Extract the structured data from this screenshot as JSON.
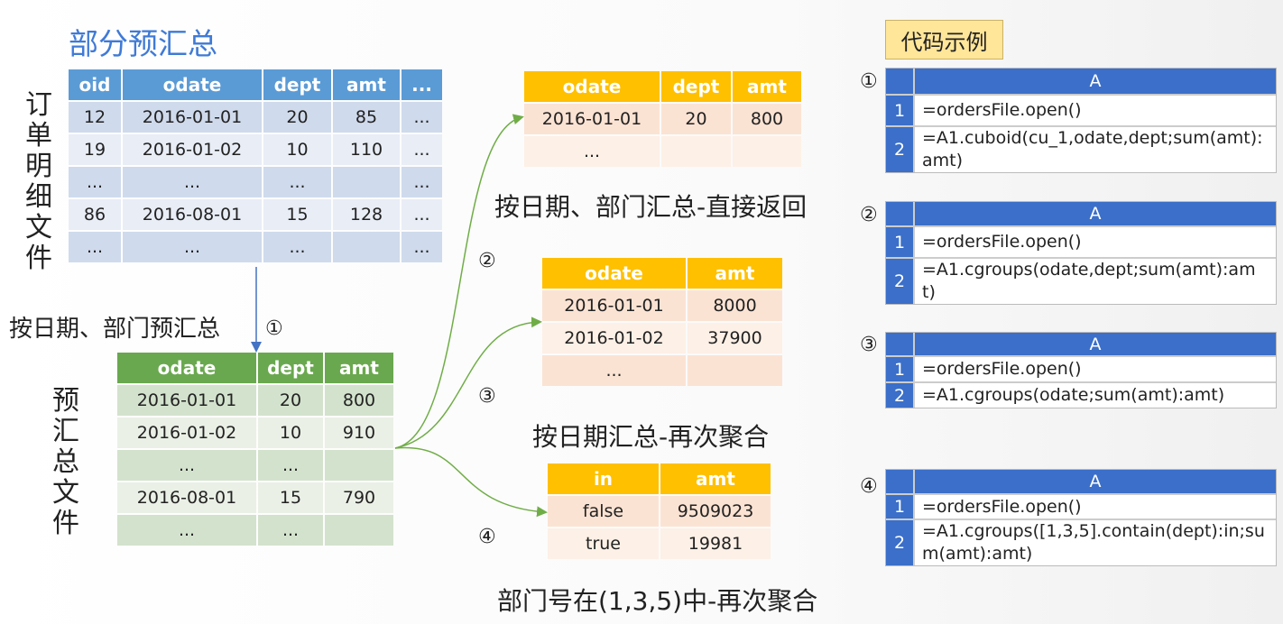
{
  "title": "部分预汇总",
  "orders_label": "订单明细文件",
  "preagg_label": "预汇总文件",
  "preagg_step": "按日期、部门预汇总",
  "markers": [
    "①",
    "②",
    "③",
    "④"
  ],
  "tables": {
    "orders": {
      "headers": [
        "oid",
        "odate",
        "dept",
        "amt",
        "..."
      ],
      "rows": [
        [
          "12",
          "2016-01-01",
          "20",
          "85",
          "..."
        ],
        [
          "19",
          "2016-01-02",
          "10",
          "110",
          "..."
        ],
        [
          "...",
          "...",
          "...",
          "",
          "..."
        ],
        [
          "86",
          "2016-08-01",
          "15",
          "128",
          "..."
        ],
        [
          "...",
          "...",
          "...",
          "",
          "..."
        ]
      ]
    },
    "pre": {
      "headers": [
        "odate",
        "dept",
        "amt"
      ],
      "rows": [
        [
          "2016-01-01",
          "20",
          "800"
        ],
        [
          "2016-01-02",
          "10",
          "910"
        ],
        [
          "...",
          "...",
          ""
        ],
        [
          "2016-08-01",
          "15",
          "790"
        ],
        [
          "...",
          "...",
          ""
        ]
      ]
    },
    "r1": {
      "headers": [
        "odate",
        "dept",
        "amt"
      ],
      "rows": [
        [
          "2016-01-01",
          "20",
          "800"
        ],
        [
          "...",
          "",
          ""
        ]
      ]
    },
    "r2": {
      "headers": [
        "odate",
        "amt"
      ],
      "rows": [
        [
          "2016-01-01",
          "8000"
        ],
        [
          "2016-01-02",
          "37900"
        ],
        [
          "...",
          ""
        ]
      ]
    },
    "r3": {
      "headers": [
        "in",
        "amt"
      ],
      "rows": [
        [
          "false",
          "9509023"
        ],
        [
          "true",
          "19981"
        ]
      ]
    }
  },
  "captions": {
    "r1": "按日期、部门汇总-直接返回",
    "r2": "按日期汇总-再次聚合",
    "r3": "部门号在(1,3,5)中-再次聚合"
  },
  "code_title": "代码示例",
  "code": [
    {
      "col": "A",
      "lines": [
        "=ordersFile.open()",
        "=A1.cuboid(cu_1,odate,dept;sum(amt):amt)"
      ]
    },
    {
      "col": "A",
      "lines": [
        "=ordersFile.open()",
        "=A1.cgroups(odate,dept;sum(amt):amt)"
      ]
    },
    {
      "col": "A",
      "lines": [
        "=ordersFile.open()",
        "=A1.cgroups(odate;sum(amt):amt)"
      ]
    },
    {
      "col": "A",
      "lines": [
        "=ordersFile.open()",
        "=A1.cgroups([1,3,5].contain(dept):in;sum(amt):amt)"
      ]
    }
  ]
}
